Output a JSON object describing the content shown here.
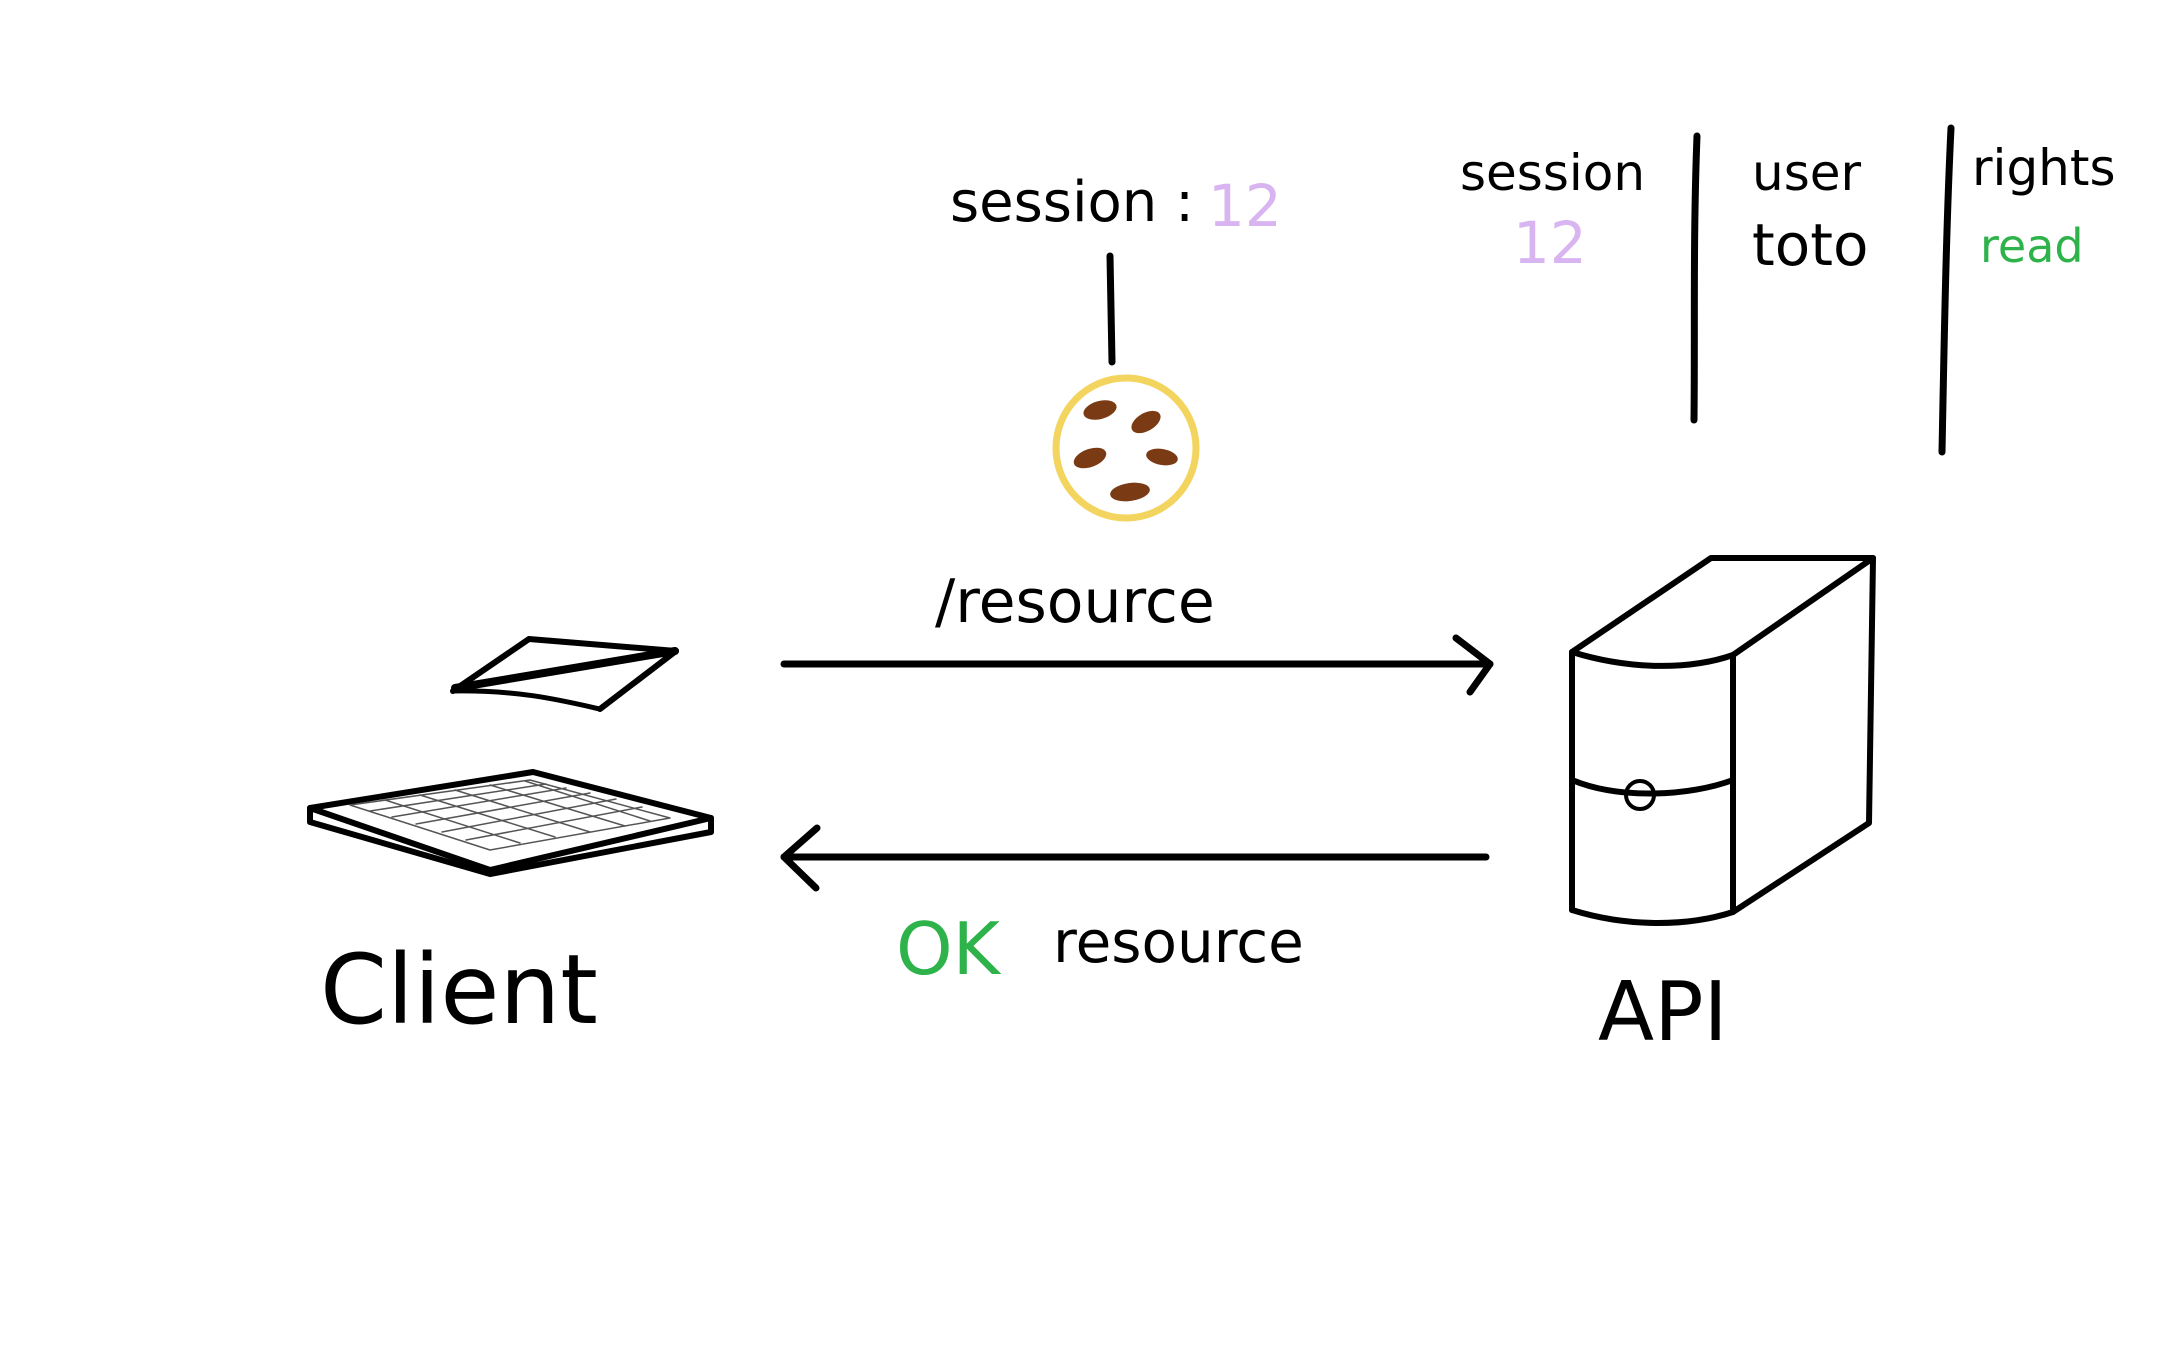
{
  "client": {
    "label": "Client"
  },
  "api": {
    "label": "API"
  },
  "request": {
    "path": "/resource"
  },
  "response": {
    "status": "OK",
    "body": "resource"
  },
  "cookie": {
    "key": "session :",
    "value": "12"
  },
  "session_table": {
    "columns": [
      {
        "header": "session",
        "value": "12"
      },
      {
        "header": "user",
        "value": "toto"
      },
      {
        "header": "rights",
        "value": "read"
      }
    ]
  },
  "colors": {
    "ink": "#000000",
    "session_value": "#d8b4f0",
    "ok": "#2eb24a",
    "cookie_fill": "#ffffff",
    "cookie_border": "#f3d45e",
    "cookie_chips": "#7a3b14"
  }
}
